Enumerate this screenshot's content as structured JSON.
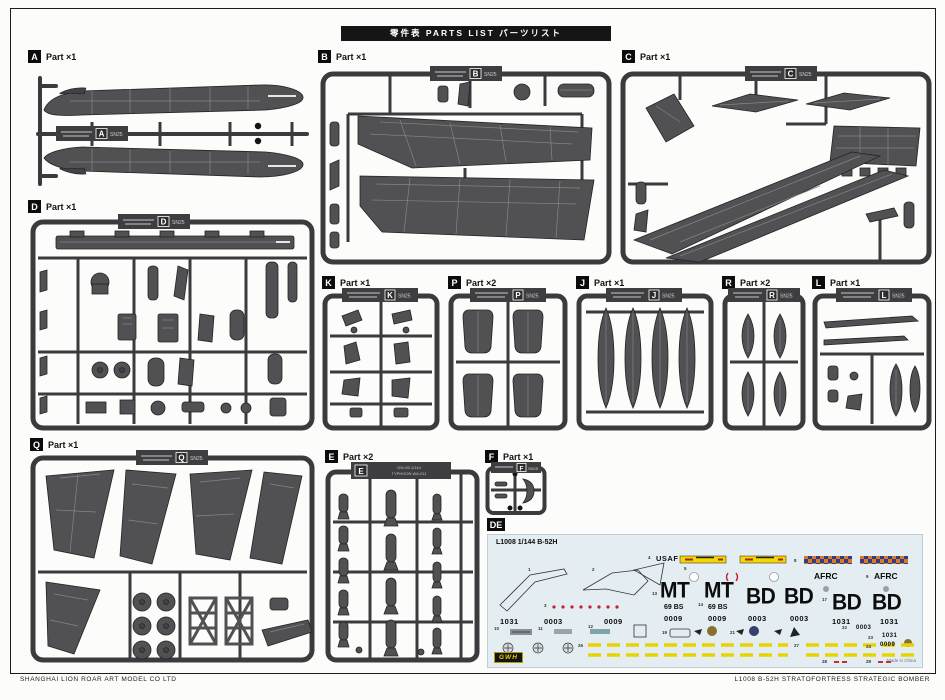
{
  "header": {
    "parts_list_title": "零件表   PARTS LIST   パーツリスト"
  },
  "footer": {
    "company": "SHANGHAI LION ROAR ART MODEL CO LTD",
    "kit_info": "L1008   B-52H   STRATOFORTRESS   STRATEGIC   BOMBER"
  },
  "sections": [
    {
      "letter": "A",
      "qty": "Part ×1",
      "sn": "SN25"
    },
    {
      "letter": "B",
      "qty": "Part ×1",
      "sn": "SN25"
    },
    {
      "letter": "C",
      "qty": "Part ×1",
      "sn": "SN25"
    },
    {
      "letter": "D",
      "qty": "Part ×1",
      "sn": "SN25"
    },
    {
      "letter": "K",
      "qty": "Part ×1",
      "sn": "SN25"
    },
    {
      "letter": "P",
      "qty": "Part ×2",
      "sn": "SN25"
    },
    {
      "letter": "J",
      "qty": "Part ×1",
      "sn": "SN25"
    },
    {
      "letter": "R",
      "qty": "Part ×2",
      "sn": "SN25"
    },
    {
      "letter": "L",
      "qty": "Part ×1",
      "sn": "SN25"
    },
    {
      "letter": "Q",
      "qty": "Part ×1",
      "sn": "SN25"
    },
    {
      "letter": "E",
      "qty": "Part ×2",
      "sn": "SN25",
      "note1": "GW-95  1/144",
      "note2": "TYPHOON  WA-011"
    },
    {
      "letter": "F",
      "qty": "Part ×1",
      "sn": "SN25"
    }
  ],
  "decal": {
    "label": "DE",
    "title": "L1008  1/144  B-52H",
    "usaf": "USAF",
    "afrc_left": "AFRC",
    "afrc_right": "AFRC",
    "mt_1": "MT",
    "mt_2": "MT",
    "bs_left": "69 BS",
    "bs_right": "69 BS",
    "bd_1": "BD",
    "bd_2": "BD",
    "bd_3": "BD",
    "bd_4": "BD",
    "ser_left_1": "1031",
    "ser_left_2": "0003",
    "ser_left_3": "0009",
    "ser_mt_1": "0009",
    "ser_mt_2": "0009",
    "ser_bd_1": "0003",
    "ser_bd_2": "0003",
    "ser_bd_3": "1031",
    "ser_bd_4": "1031",
    "ser_right_1": "0003",
    "ser_right_2": "1031",
    "ser_right_3": "0009",
    "gwh_logo": "GWH",
    "made_in": "Made in China",
    "index_numbers": [
      "1",
      "2",
      "3",
      "4",
      "5",
      "8",
      "9",
      "10",
      "11",
      "12",
      "13",
      "14",
      "17",
      "19",
      "21",
      "22",
      "23",
      "24",
      "26",
      "27",
      "28",
      "29"
    ]
  }
}
